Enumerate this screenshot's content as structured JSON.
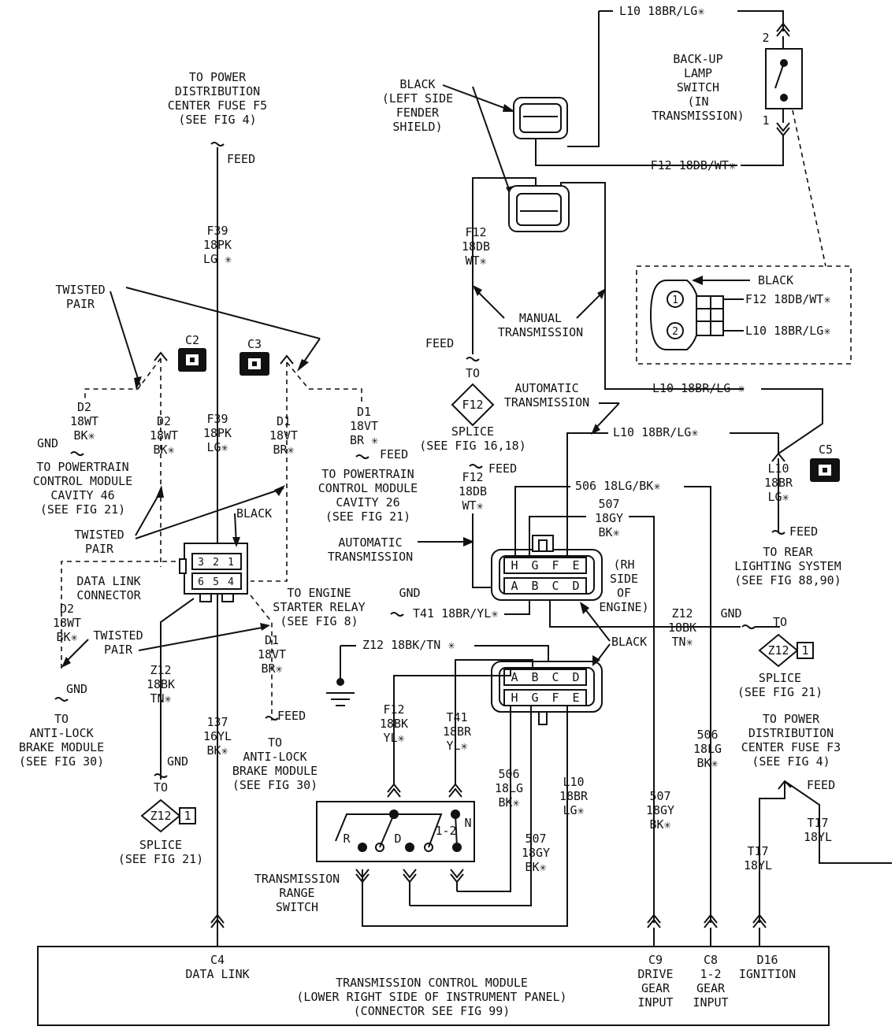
{
  "labels": {
    "pdc_f5": [
      "TO POWER",
      "DISTRIBUTION",
      "CENTER FUSE F5",
      "(SEE FIG 4)"
    ],
    "feed": "FEED",
    "f39_top": [
      "F39",
      "18PK",
      "LG ✳"
    ],
    "twisted_pair_top": [
      "TWISTED",
      "PAIR"
    ],
    "c2": "C2",
    "c3": "C3",
    "c5": "C5",
    "d2_left": [
      "D2",
      "18WT",
      "BK✳"
    ],
    "gnd": "GND",
    "pcm46": [
      "TO POWERTRAIN",
      "CONTROL MODULE",
      "CAVITY 46",
      "(SEE FIG 21)"
    ],
    "d2_mid": [
      "D2",
      "18WT",
      "BK✳"
    ],
    "f39_mid": [
      "F39",
      "18PK",
      "LG✳"
    ],
    "d1_mid": [
      "D1",
      "18VT",
      "BR✳"
    ],
    "d1_right": [
      "D1",
      "18VT",
      "BR ✳"
    ],
    "pcm26": [
      "TO POWERTRAIN",
      "CONTROL MODULE",
      "CAVITY 26",
      "(SEE FIG 21)"
    ],
    "twisted_pair_mid": [
      "TWISTED",
      "PAIR"
    ],
    "black": "BLACK",
    "data_link_connector": [
      "DATA LINK",
      "CONNECTOR"
    ],
    "d2_low": [
      "D2",
      "18WT",
      "BK✳"
    ],
    "twisted_pair_low": [
      "TWISTED",
      "PAIR"
    ],
    "abs_left": [
      "TO",
      "ANTI-LOCK",
      "BRAKE MODULE",
      "(SEE FIG 30)"
    ],
    "z12_left": [
      "Z12",
      "18BK",
      "TN✳"
    ],
    "w137": [
      "137",
      "16YL",
      "BK✳"
    ],
    "d1_low": [
      "D1",
      "18VT",
      "BR✳"
    ],
    "abs_mid": [
      "TO",
      "ANTI-LOCK",
      "BRAKE MODULE",
      "(SEE FIG 30)"
    ],
    "to": "TO",
    "z12": "Z12",
    "one": "1",
    "splice_fig21": [
      "SPLICE",
      "(SEE FIG 21)"
    ],
    "black_fender": [
      "BLACK",
      "(LEFT SIDE",
      "FENDER",
      "SHIELD)"
    ],
    "f12_top": [
      "F12",
      "18DB",
      "WT✳"
    ],
    "manual_transmission": [
      "MANUAL",
      "TRANSMISSION"
    ],
    "f12": "F12",
    "automatic_transmission_top": [
      "AUTOMATIC",
      "TRANSMISSION"
    ],
    "splice_fig1618": [
      "SPLICE",
      "(SEE FIG 16,18)"
    ],
    "f12_mid": [
      "F12",
      "18DB",
      "WT✳"
    ],
    "automatic_transmission": [
      "AUTOMATIC",
      "TRANSMISSION"
    ],
    "starter_relay": [
      "TO ENGINE",
      "STARTER RELAY",
      "(SEE FIG 8)"
    ],
    "t41_horiz": "T41  18BR/YL✳",
    "z12_horiz": "Z12  18BK/TN ✳",
    "f12_yl": [
      "F12",
      "18BK",
      "YL✳"
    ],
    "t41_vert": [
      "T41",
      "18BR",
      "YL✳"
    ],
    "w506_left": [
      "506",
      "18LG",
      "BK✳"
    ],
    "l10_low": [
      "L10",
      "18BR",
      "LG✳"
    ],
    "w507_left": [
      "507",
      "18GY",
      "BK✳"
    ],
    "trs": [
      "TRANSMISSION",
      "RANGE",
      "SWITCH"
    ],
    "trs_positions": [
      "R",
      "D",
      "1-2",
      "N"
    ],
    "l10_top": "L10  18BR/LG✳",
    "backup_switch": [
      "BACK-UP",
      "LAMP",
      "SWITCH",
      "(IN",
      "TRANSMISSION)"
    ],
    "pin2": "2",
    "pin1": "1",
    "f12_horiz": "F12  18DB/WT✳",
    "inset_black": "BLACK",
    "inset_f12": "F12  18DB/WT✳",
    "inset_l10": "L10  18BR/LG✳",
    "l10_mid1": "L10  18BR/LG ✳",
    "l10_mid2": "L10  18BR/LG✳",
    "w506_horiz": "506  18LG/BK✳",
    "w507_mid": [
      "507",
      "18GY",
      "BK✳"
    ],
    "rh_side": [
      "(RH",
      "SIDE",
      "OF",
      "ENGINE)"
    ],
    "l10_c5": [
      "L10",
      "18BR",
      "LG✳"
    ],
    "rear_lighting": [
      "TO REAR",
      "LIGHTING SYSTEM",
      "(SEE FIG 88,90)"
    ],
    "z12_right": [
      "Z12",
      "18BK",
      "TN✳"
    ],
    "pdc_f3": [
      "TO POWER",
      "DISTRIBUTION",
      "CENTER FUSE F3",
      "(SEE FIG 4)"
    ],
    "w506_right": [
      "506",
      "18LG",
      "BK✳"
    ],
    "w507_right": [
      "507",
      "18GY",
      "BK✳"
    ],
    "t17_left": [
      "T17",
      "18YL"
    ],
    "t17_right": [
      "T17",
      "18YL"
    ],
    "conn_pins_top": [
      "H",
      "G",
      "F",
      "E"
    ],
    "conn_pins_bottom": [
      "A",
      "B",
      "C",
      "D"
    ],
    "dlc_pins_top": [
      "3",
      "2",
      "1"
    ],
    "dlc_pins_bottom": [
      "6",
      "5",
      "4"
    ],
    "inset_pins": [
      "1",
      "2"
    ]
  },
  "tcm": {
    "c4": [
      "C4",
      "DATA LINK"
    ],
    "title": [
      "TRANSMISSION CONTROL MODULE",
      "(LOWER RIGHT SIDE OF INSTRUMENT PANEL)",
      "(CONNECTOR SEE FIG 99)"
    ],
    "c9": [
      "C9",
      "DRIVE",
      "GEAR",
      "INPUT"
    ],
    "c8": [
      "C8",
      "1-2",
      "GEAR",
      "INPUT"
    ],
    "d16": [
      "D16",
      "IGNITION"
    ]
  }
}
